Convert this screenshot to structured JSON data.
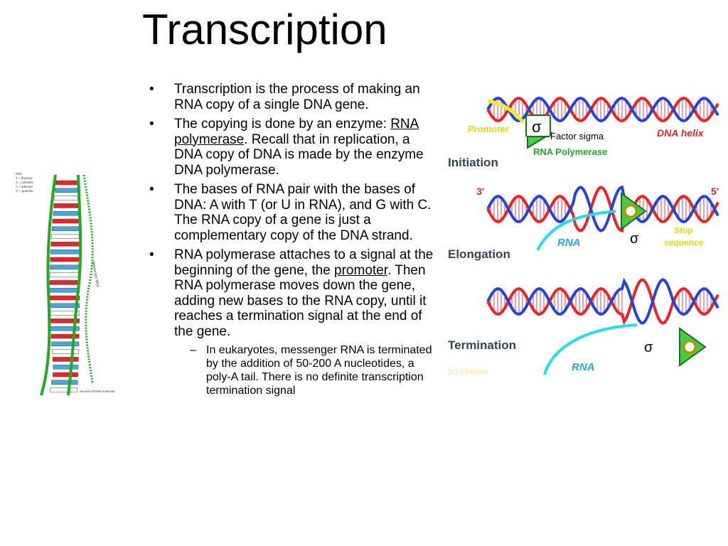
{
  "slide": {
    "title": "Transcription",
    "bullets": [
      {
        "parts": [
          {
            "text": "Transcription is the process of making an RNA copy of a single DNA gene.",
            "u": false
          }
        ]
      },
      {
        "parts": [
          {
            "text": "The copying is done by an enzyme: ",
            "u": false
          },
          {
            "text": "RNA polymerase",
            "u": true
          },
          {
            "text": ".  Recall that in replication, a DNA copy of DNA is made by the enzyme DNA polymerase.",
            "u": false
          }
        ]
      },
      {
        "parts": [
          {
            "text": "The bases of RNA pair with the bases of DNA: A with T (or U in RNA), and G with C.  The RNA copy of a gene is just a complementary copy of the DNA strand.",
            "u": false
          }
        ]
      },
      {
        "parts": [
          {
            "text": "RNA polymerase attaches to a signal at the beginning of the gene, the ",
            "u": false
          },
          {
            "text": "promoter",
            "u": true
          },
          {
            "text": ".  Then RNA polymerase moves down the gene, adding new bases to the RNA copy, until it reaches a termination signal at the end of the gene.",
            "u": false
          }
        ]
      }
    ],
    "sub_bullet": "In eukaryotes, messenger RNA is terminated by the addition of 50-200 A nucleotides, a poly-A tail.  There is no definite transcription termination signal",
    "bullet_glyph": "•",
    "sub_bullet_glyph": "–"
  },
  "left_figure": {
    "key_lines": [
      "KEY",
      "T = thymine",
      "C = cytosine",
      "A = adenine",
      "G = guanine"
    ],
    "strand_label": "Messenger RNA",
    "caption": "Section of DNA molecule"
  },
  "diagram": {
    "promoter": "Promoter",
    "factor_sigma": "Factor sigma",
    "dna_helix": "DNA helix",
    "rna_polymerase": "RNA Polymerase",
    "initiation": "Initiation",
    "three_prime": "3'",
    "five_prime": "5'",
    "rna1": "RNA",
    "sigma": "σ",
    "stop": "Stop",
    "sequence": "sequence",
    "elongation": "Elongation",
    "termination": "Termination",
    "rna2": "RNA",
    "watermark": "(c) Chemis"
  },
  "colors": {
    "strand_red": "#ee2222",
    "strand_blue": "#2244dd",
    "rna_cyan": "#22ddee",
    "promoter_yellow": "#eeee22",
    "polymerase_green": "#33bb33",
    "dna_helix_text": "#ee2222",
    "label_yellow": "#e8d800",
    "label_green": "#22aa22",
    "label_cyan": "#22aadd",
    "stage_text": "#334455"
  }
}
